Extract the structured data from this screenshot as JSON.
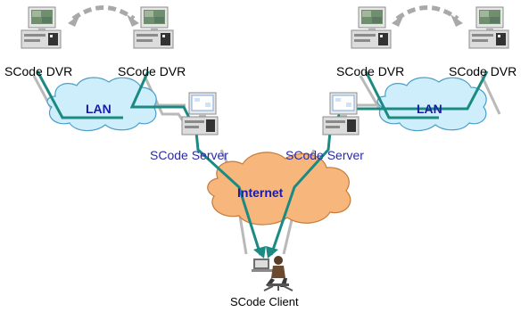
{
  "labels": {
    "dvr_top_left_1": "SCode DVR",
    "dvr_top_left_2": "SCode DVR",
    "dvr_top_right_1": "SCode DVR",
    "dvr_top_right_2": "SCode DVR",
    "lan_left": "LAN",
    "lan_right": "LAN",
    "server_left": "SCode Server",
    "server_right": "SCode Server",
    "internet": "Internet",
    "client": "SCode Client"
  },
  "colors": {
    "lan_cloud": "#cfeefc",
    "internet_cloud": "#f7b77c",
    "connection": "#1b8a82",
    "cable": "#b9b9b9",
    "sync_arrow": "#a9a9a9",
    "server_text": "#2a2aa8",
    "cloud_text": "#1a1aa8"
  },
  "icons": {
    "dvr": "dvr-computer-icon",
    "server": "server-computer-icon",
    "client": "client-person-icon"
  }
}
